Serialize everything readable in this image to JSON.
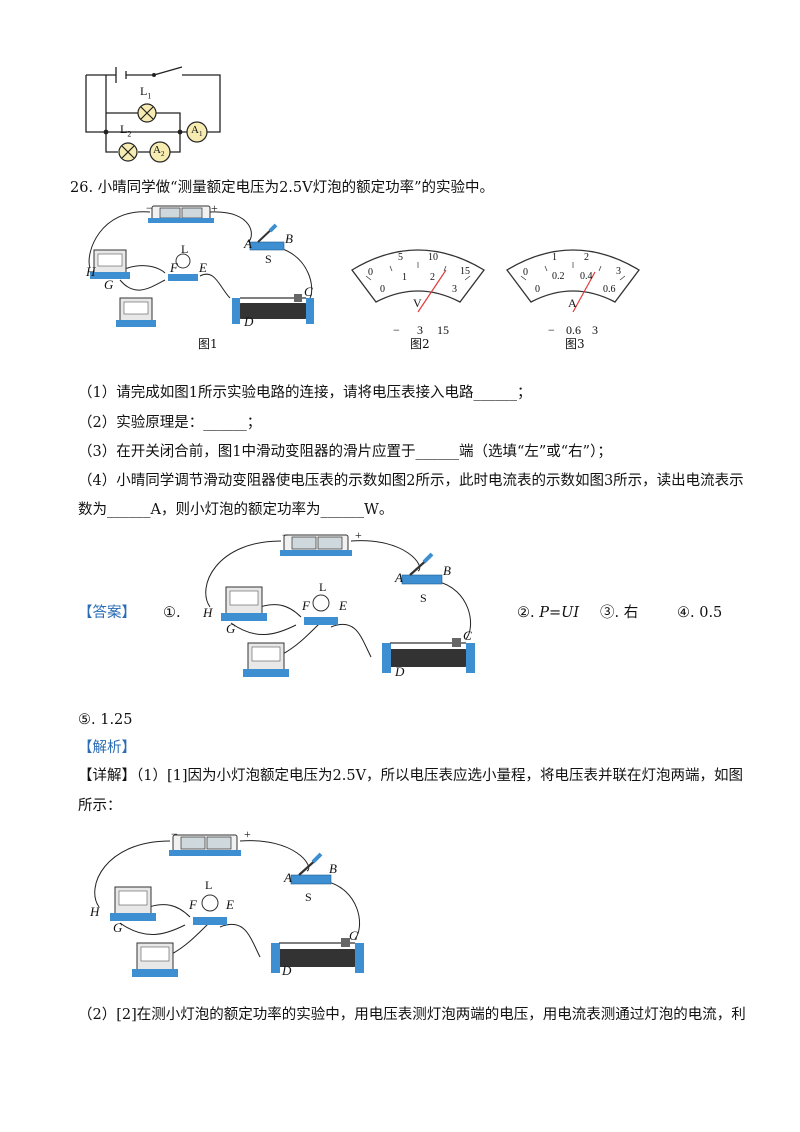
{
  "top_circuit": {
    "labels": {
      "L1": "L",
      "L1_sub": "1",
      "L2": "L",
      "L2_sub": "2",
      "A1": "A",
      "A1_sub": "1",
      "A2": "A",
      "A2_sub": "2"
    }
  },
  "question": {
    "number": "26.",
    "intro": "小晴同学做“测量额定电压为2.5V灯泡的额定功率”的实验中。",
    "items": [
      "（1）请完成如图1所示实验电路的连接，请将电压表接入电路______；",
      "（2）实验原理是：______；",
      "（3）在开关闭合前，图1中滑动变阻器的滑片应置于______端（选填“左”或“右”）；",
      "（4）小晴同学调节滑动变阻器使电压表的示数如图2所示，此时电流表的示数如图3所示，读出电流表示",
      "数为______A，则小灯泡的额定功率为______W。"
    ]
  },
  "figures": {
    "fig1_caption": "图1",
    "fig2_caption": "图2",
    "fig3_caption": "图3",
    "apparatus_labels": {
      "minus": "−",
      "plus": "+",
      "A": "A",
      "B": "B",
      "S": "S",
      "H": "H",
      "G": "G",
      "F": "F",
      "E": "E",
      "L": "L",
      "C": "C",
      "D": "D",
      "ammeter_face": "A",
      "voltmeter_face": "V"
    },
    "voltmeter": {
      "unit": "V",
      "outer_ticks": [
        "0",
        "5",
        "10",
        "15"
      ],
      "inner_ticks": [
        "0",
        "1",
        "2",
        "3"
      ],
      "terminals": [
        "−",
        "3",
        "15"
      ]
    },
    "ammeter": {
      "unit": "A",
      "outer_ticks": [
        "0",
        "1",
        "2",
        "3"
      ],
      "inner_ticks": [
        "0",
        "0.2",
        "0.4",
        "0.6"
      ],
      "terminals": [
        "−",
        "0.6",
        "3"
      ]
    }
  },
  "answer": {
    "tag": "【答案】",
    "a1": "①.",
    "a2_prefix": "②.",
    "a2_formula": "P=UI",
    "a3": "③. 右",
    "a4": "④. 0.5",
    "a5": "⑤. 1.25"
  },
  "analysis": {
    "tag": "【解析】",
    "detail_tag": "【详解】",
    "line1": "（1）[1]因为小灯泡额定电压为2.5V，所以电压表应选小量程，将电压表并联在灯泡两端，如图",
    "line2": "所示：",
    "line3": "（2）[2]在测小灯泡的额定功率的实验中，用电压表测灯泡两端的电压，用电流表测通过灯泡的电流，利"
  }
}
